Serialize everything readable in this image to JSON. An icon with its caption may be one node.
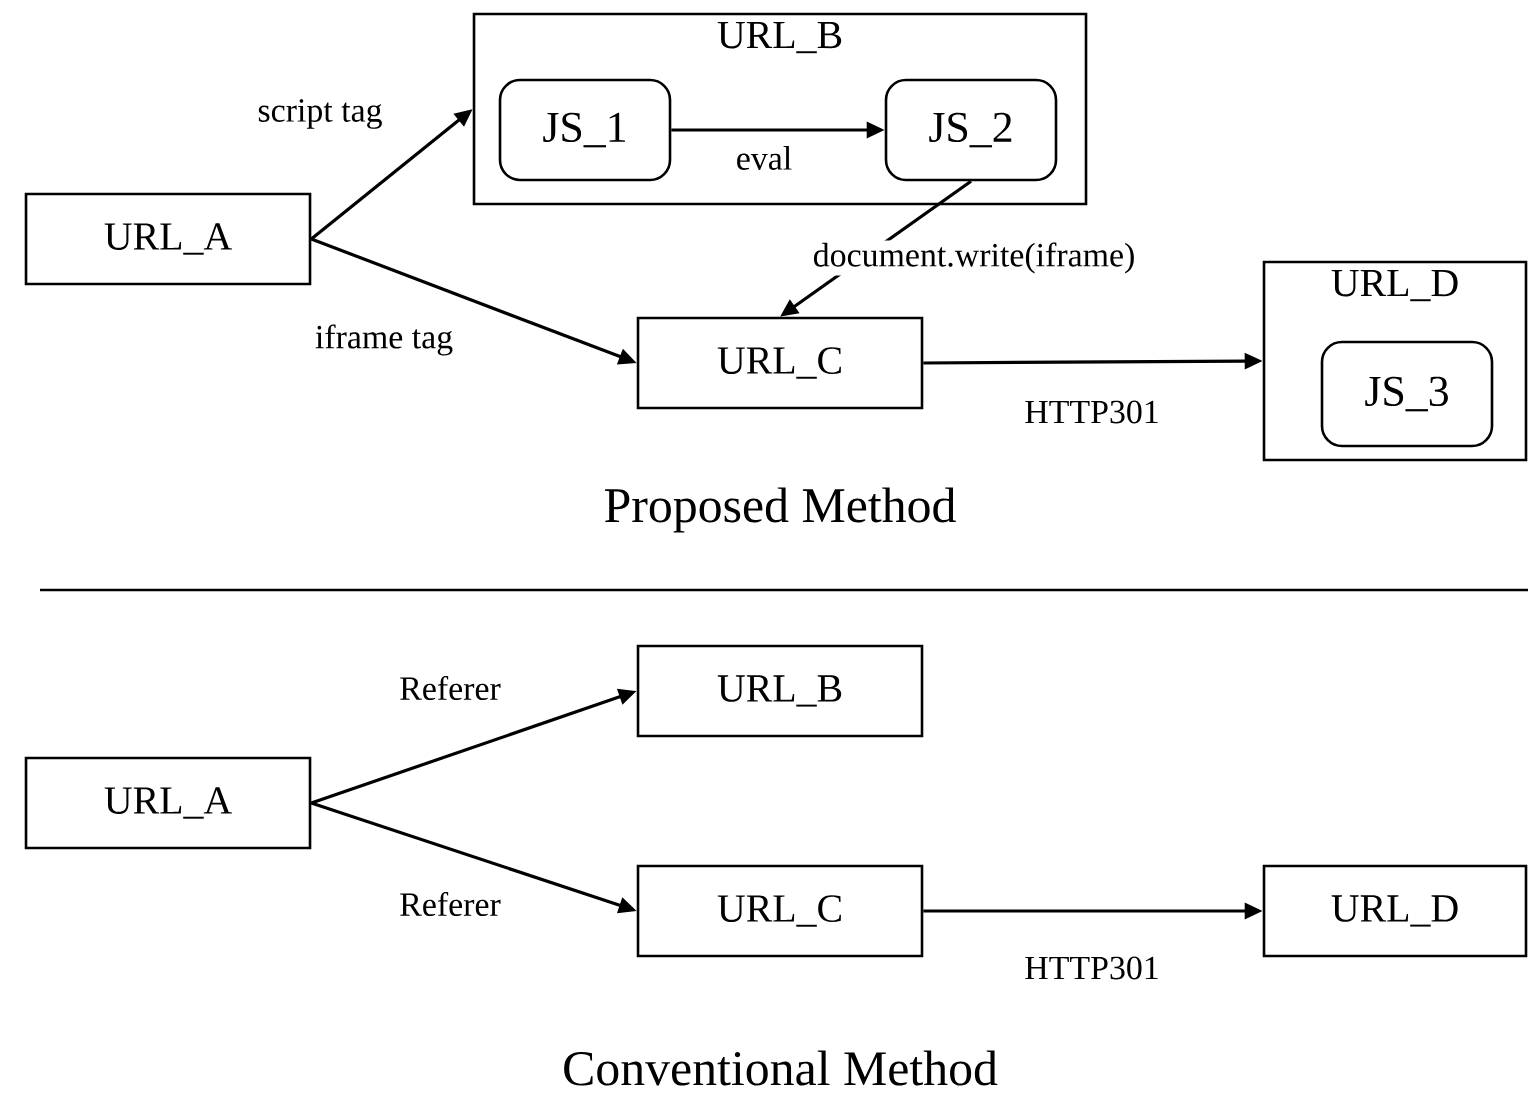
{
  "diagram": {
    "nodes": [
      {
        "text": [
          "URL_A"
        ]
      },
      {
        "text": [
          "URL_B"
        ]
      },
      {
        "text": [
          "JS_1"
        ],
        "in": 1
      },
      {
        "text": [
          "JS_2"
        ],
        "in": 1
      },
      {
        "text": [
          "URL_C"
        ]
      },
      {
        "text": [
          "URL_D"
        ]
      },
      {
        "text": [
          "JS_3"
        ],
        "in": 5
      },
      {
        "text": [
          "URL_A"
        ]
      },
      {
        "text": [
          "URL_B"
        ]
      },
      {
        "text": [
          "URL_C"
        ]
      },
      {
        "text": [
          "URL_D"
        ]
      }
    ],
    "edges": [
      {
        "from": 0,
        "to": 1,
        "arrow": "to",
        "label": "script tag"
      },
      {
        "from": 2,
        "to": 3,
        "arrow": "to",
        "label": "eval"
      },
      {
        "from": 0,
        "to": 4,
        "arrow": "to",
        "label": "iframe tag"
      },
      {
        "from": 3,
        "to": 4,
        "arrow": "to",
        "label": "document.write(iframe)"
      },
      {
        "from": 4,
        "to": 5,
        "arrow": "to",
        "label": "HTTP301"
      },
      {
        "from": 7,
        "to": 8,
        "arrow": "to",
        "label": "Referer"
      },
      {
        "from": 7,
        "to": 9,
        "arrow": "to",
        "label": "Referer"
      },
      {
        "from": 9,
        "to": 10,
        "arrow": "to",
        "label": "HTTP301"
      }
    ],
    "labels": [
      "Proposed Method",
      "Conventional Method"
    ]
  }
}
